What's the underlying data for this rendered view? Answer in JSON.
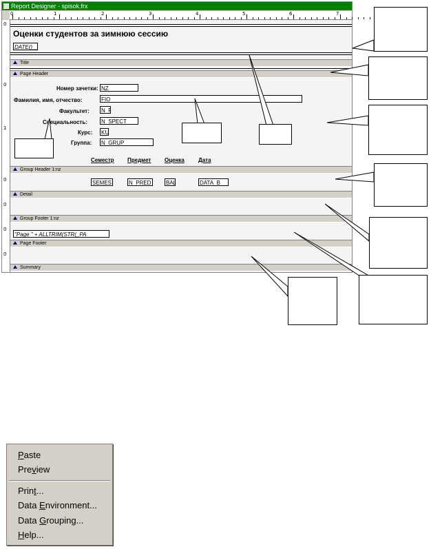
{
  "window": {
    "title": "Report Designer - spisok.frx"
  },
  "ruler": {
    "top_numbers": [
      "0",
      "1",
      "2",
      "3",
      "4",
      "5",
      "6",
      "7"
    ],
    "left_numbers": [
      "0",
      "0",
      "1",
      "0",
      "0",
      "0",
      "0"
    ]
  },
  "title_band": {
    "heading": "Оценки студентов за зимнюю сессию",
    "date_field": "DATE()___",
    "band_label": "Title"
  },
  "page_header": {
    "band_label": "Page Header",
    "labels": [
      "Номер зачетки:",
      "Фамилия, имя, отчество:",
      "Факультет:",
      "Специальность:",
      "Курс:",
      "Группа:"
    ],
    "fields": [
      "NZ________",
      "FIO______________________________________",
      "N_F",
      "N_SPECT___",
      "KU",
      "N_GRUP_______"
    ],
    "columns": [
      "Семестр",
      "Предмет",
      "Оценка",
      "Дата"
    ]
  },
  "group_header": {
    "band_label": "Group Header 1:nz"
  },
  "detail": {
    "fields": [
      "SEMES",
      "N_PRED",
      "BAL",
      "DATA_B_"
    ],
    "band_label": "Detail"
  },
  "group_footer": {
    "band_label": "Group Footer 1:nz"
  },
  "page_footer": {
    "expression": "\"Page \" + ALLTRIM(STR(_PA",
    "band_label": "Page Footer"
  },
  "summary": {
    "band_label": "Summary"
  },
  "context_menu": {
    "items": [
      {
        "label": "Paste",
        "underline": "P"
      },
      {
        "label": "Preview",
        "underline": "v"
      },
      {
        "label": "Print...",
        "underline": "t"
      },
      {
        "label": "Data Environment...",
        "underline": "E"
      },
      {
        "label": "Data Grouping...",
        "underline": "G"
      },
      {
        "label": "Help...",
        "underline": "H"
      }
    ]
  },
  "colors": {
    "titlebar": "#008000",
    "band_arrow": "#000080",
    "band_bg": "#d4d0c8"
  }
}
